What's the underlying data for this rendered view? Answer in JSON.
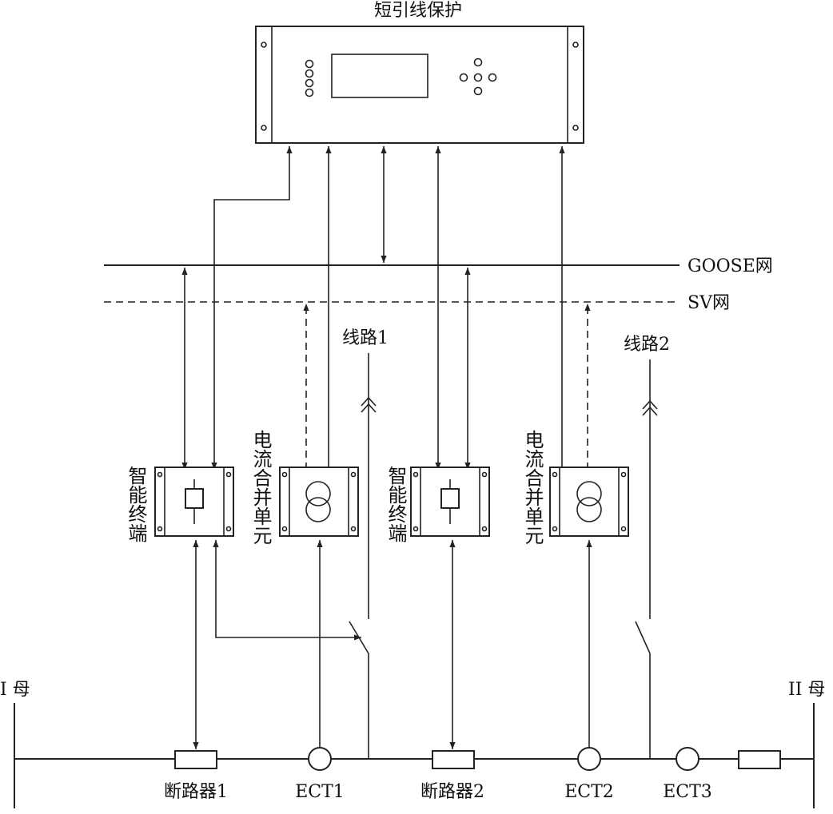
{
  "title": "短引线保护",
  "networks": {
    "goose": "GOOSE网",
    "sv": "SV网"
  },
  "lines": {
    "line1": "线路1",
    "line2": "线路2"
  },
  "buses": {
    "bus1": "I 母",
    "bus2": "II 母"
  },
  "devices": {
    "terminal_1": "智能终端",
    "merging_unit_1": "电流合并单元",
    "terminal_2": "智能终端",
    "merging_unit_2": "电流合并单元"
  },
  "bottom_labels": {
    "breaker1": "断路器1",
    "ect1": "ECT1",
    "breaker2": "断路器2",
    "ect2": "ECT2",
    "ect3": "ECT3"
  }
}
